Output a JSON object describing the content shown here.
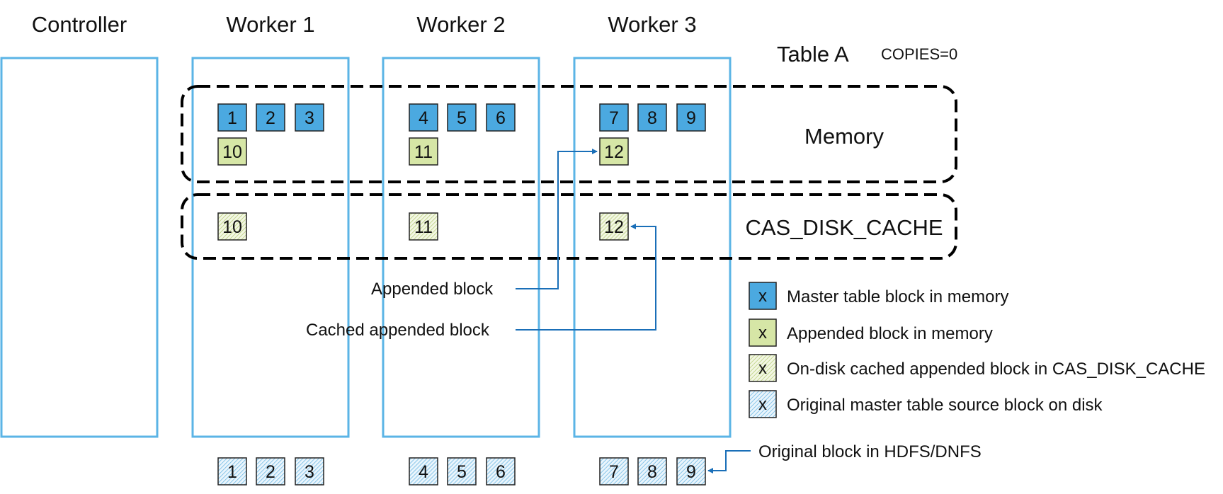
{
  "columns": [
    {
      "id": "controller",
      "label": "Controller"
    },
    {
      "id": "worker1",
      "label": "Worker 1"
    },
    {
      "id": "worker2",
      "label": "Worker 2"
    },
    {
      "id": "worker3",
      "label": "Worker 3"
    }
  ],
  "table": {
    "title": "Table A",
    "copies": "COPIES=0"
  },
  "regions": {
    "memory": "Memory",
    "cache": "CAS_DISK_CACHE"
  },
  "blocks": {
    "worker1": {
      "master": [
        "1",
        "2",
        "3"
      ],
      "appended": "10",
      "cached": "10",
      "source": [
        "1",
        "2",
        "3"
      ]
    },
    "worker2": {
      "master": [
        "4",
        "5",
        "6"
      ],
      "appended": "11",
      "cached": "11",
      "source": [
        "4",
        "5",
        "6"
      ]
    },
    "worker3": {
      "master": [
        "7",
        "8",
        "9"
      ],
      "appended": "12",
      "cached": "12",
      "source": [
        "7",
        "8",
        "9"
      ]
    }
  },
  "callouts": {
    "appended": "Appended block",
    "cached": "Cached appended block",
    "hdfs": "Original block in HDFS/DNFS"
  },
  "legend": {
    "symbol": "x",
    "items": [
      {
        "kind": "master",
        "label": "Master table block in memory"
      },
      {
        "kind": "appended",
        "label": "Appended block in memory"
      },
      {
        "kind": "cached",
        "label": "On-disk cached appended block in CAS_DISK_CACHE"
      },
      {
        "kind": "source",
        "label": "Original master table source block on disk"
      }
    ]
  },
  "colors": {
    "column_border": "#5bb4e6",
    "master_fill": "#4ba9e0",
    "appended_fill": "#d6e6a6",
    "arrow": "#1a6fb8",
    "region_border": "#000000"
  }
}
